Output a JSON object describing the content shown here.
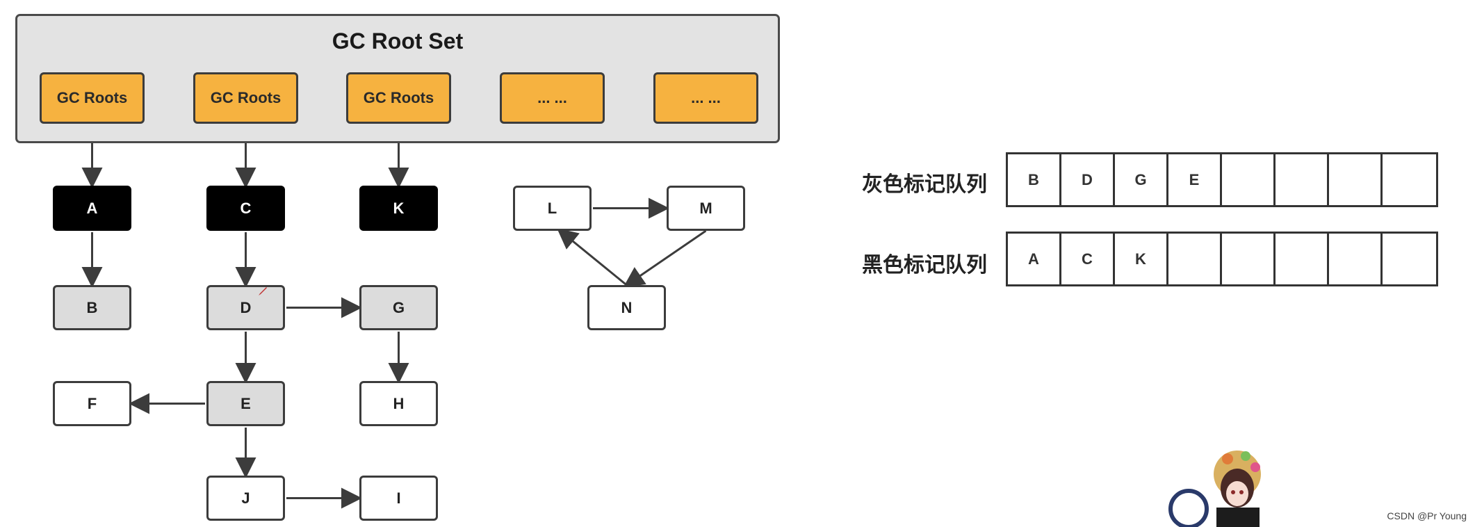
{
  "diagram": {
    "title": "GC Root Set",
    "roots": [
      {
        "id": "R1",
        "label": "GC Roots"
      },
      {
        "id": "R2",
        "label": "GC Roots"
      },
      {
        "id": "R3",
        "label": "GC Roots"
      },
      {
        "id": "R4",
        "label": "... ..."
      },
      {
        "id": "R5",
        "label": "... ..."
      }
    ],
    "nodes": [
      {
        "id": "A",
        "label": "A",
        "state": "black"
      },
      {
        "id": "C",
        "label": "C",
        "state": "black"
      },
      {
        "id": "K",
        "label": "K",
        "state": "black"
      },
      {
        "id": "B",
        "label": "B",
        "state": "gray"
      },
      {
        "id": "D",
        "label": "D",
        "state": "gray"
      },
      {
        "id": "G",
        "label": "G",
        "state": "gray"
      },
      {
        "id": "E",
        "label": "E",
        "state": "gray"
      },
      {
        "id": "F",
        "label": "F",
        "state": "white"
      },
      {
        "id": "H",
        "label": "H",
        "state": "white"
      },
      {
        "id": "J",
        "label": "J",
        "state": "white"
      },
      {
        "id": "I",
        "label": "I",
        "state": "white"
      },
      {
        "id": "L",
        "label": "L",
        "state": "white"
      },
      {
        "id": "M",
        "label": "M",
        "state": "white"
      },
      {
        "id": "N",
        "label": "N",
        "state": "white"
      }
    ],
    "edges": [
      [
        "R1",
        "A"
      ],
      [
        "R2",
        "C"
      ],
      [
        "R3",
        "K"
      ],
      [
        "A",
        "B"
      ],
      [
        "C",
        "D"
      ],
      [
        "D",
        "G"
      ],
      [
        "D",
        "E"
      ],
      [
        "G",
        "H"
      ],
      [
        "E",
        "F"
      ],
      [
        "E",
        "J"
      ],
      [
        "J",
        "I"
      ],
      [
        "L",
        "M"
      ],
      [
        "M",
        "N"
      ],
      [
        "N",
        "L"
      ]
    ],
    "colors": {
      "root_fill": "#f6b240",
      "black_fill": "#000000",
      "gray_fill": "#dcdcdc",
      "white_fill": "#ffffff",
      "root_set_fill": "#e3e3e3",
      "edge": "#3c3c3c"
    }
  },
  "queues": {
    "gray": {
      "label": "灰色标记队列",
      "cells": [
        "B",
        "D",
        "G",
        "E",
        "",
        "",
        "",
        ""
      ]
    },
    "black": {
      "label": "黑色标记队列",
      "cells": [
        "A",
        "C",
        "K",
        "",
        "",
        "",
        "",
        ""
      ]
    }
  },
  "watermark": "CSDN @Pr Young"
}
